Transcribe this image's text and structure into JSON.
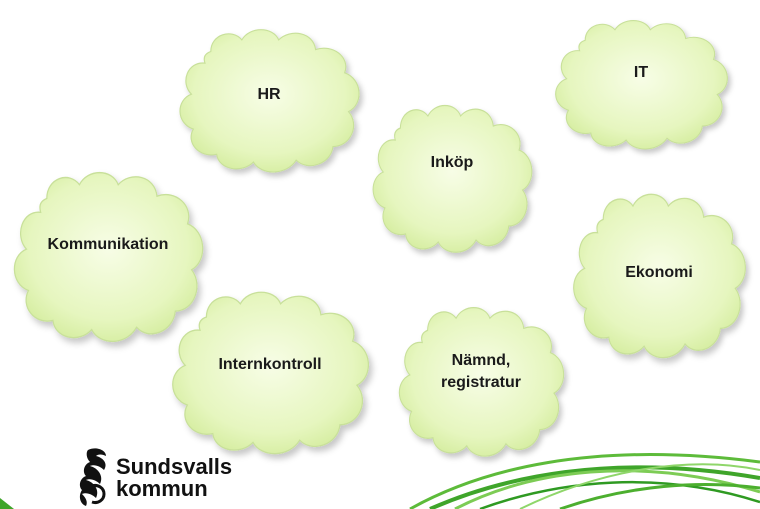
{
  "clouds": [
    {
      "id": "hr",
      "label": "HR"
    },
    {
      "id": "it",
      "label": "IT"
    },
    {
      "id": "inkop",
      "label": "Inköp"
    },
    {
      "id": "kommunikation",
      "label": "Kommunikation"
    },
    {
      "id": "ekonomi",
      "label": "Ekonomi"
    },
    {
      "id": "internkontroll",
      "label": "Internkontroll"
    },
    {
      "id": "namnd",
      "label_line1": "Nämnd,",
      "label_line2": "registratur"
    }
  ],
  "logo": {
    "line1": "Sundsvalls",
    "line2": "kommun"
  },
  "colors": {
    "cloud_fill_light": "#f3fbdc",
    "cloud_fill_mid": "#e2f4b8",
    "cloud_stroke": "#c9e29a",
    "swoosh": "#4caf2f"
  }
}
